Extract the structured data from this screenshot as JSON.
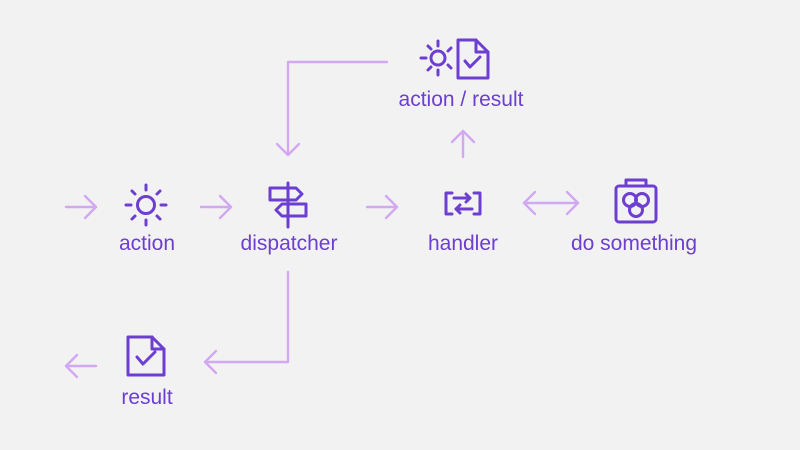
{
  "colors": {
    "background": "#f2f2f2",
    "icon": "#6c3fd0",
    "text": "#6c3fd0",
    "connector": "#d2a8f2"
  },
  "nodes": {
    "action": {
      "label": "action",
      "icon": "gear-icon"
    },
    "dispatcher": {
      "label": "dispatcher",
      "icon": "signpost-icon"
    },
    "handler": {
      "label": "handler",
      "icon": "swap-arrows-icon"
    },
    "do_something": {
      "label": "do something",
      "icon": "camera-bag-icon"
    },
    "action_result": {
      "label": "action / result",
      "icon": "gear-document-icon"
    },
    "result": {
      "label": "result",
      "icon": "checked-document-icon"
    }
  }
}
